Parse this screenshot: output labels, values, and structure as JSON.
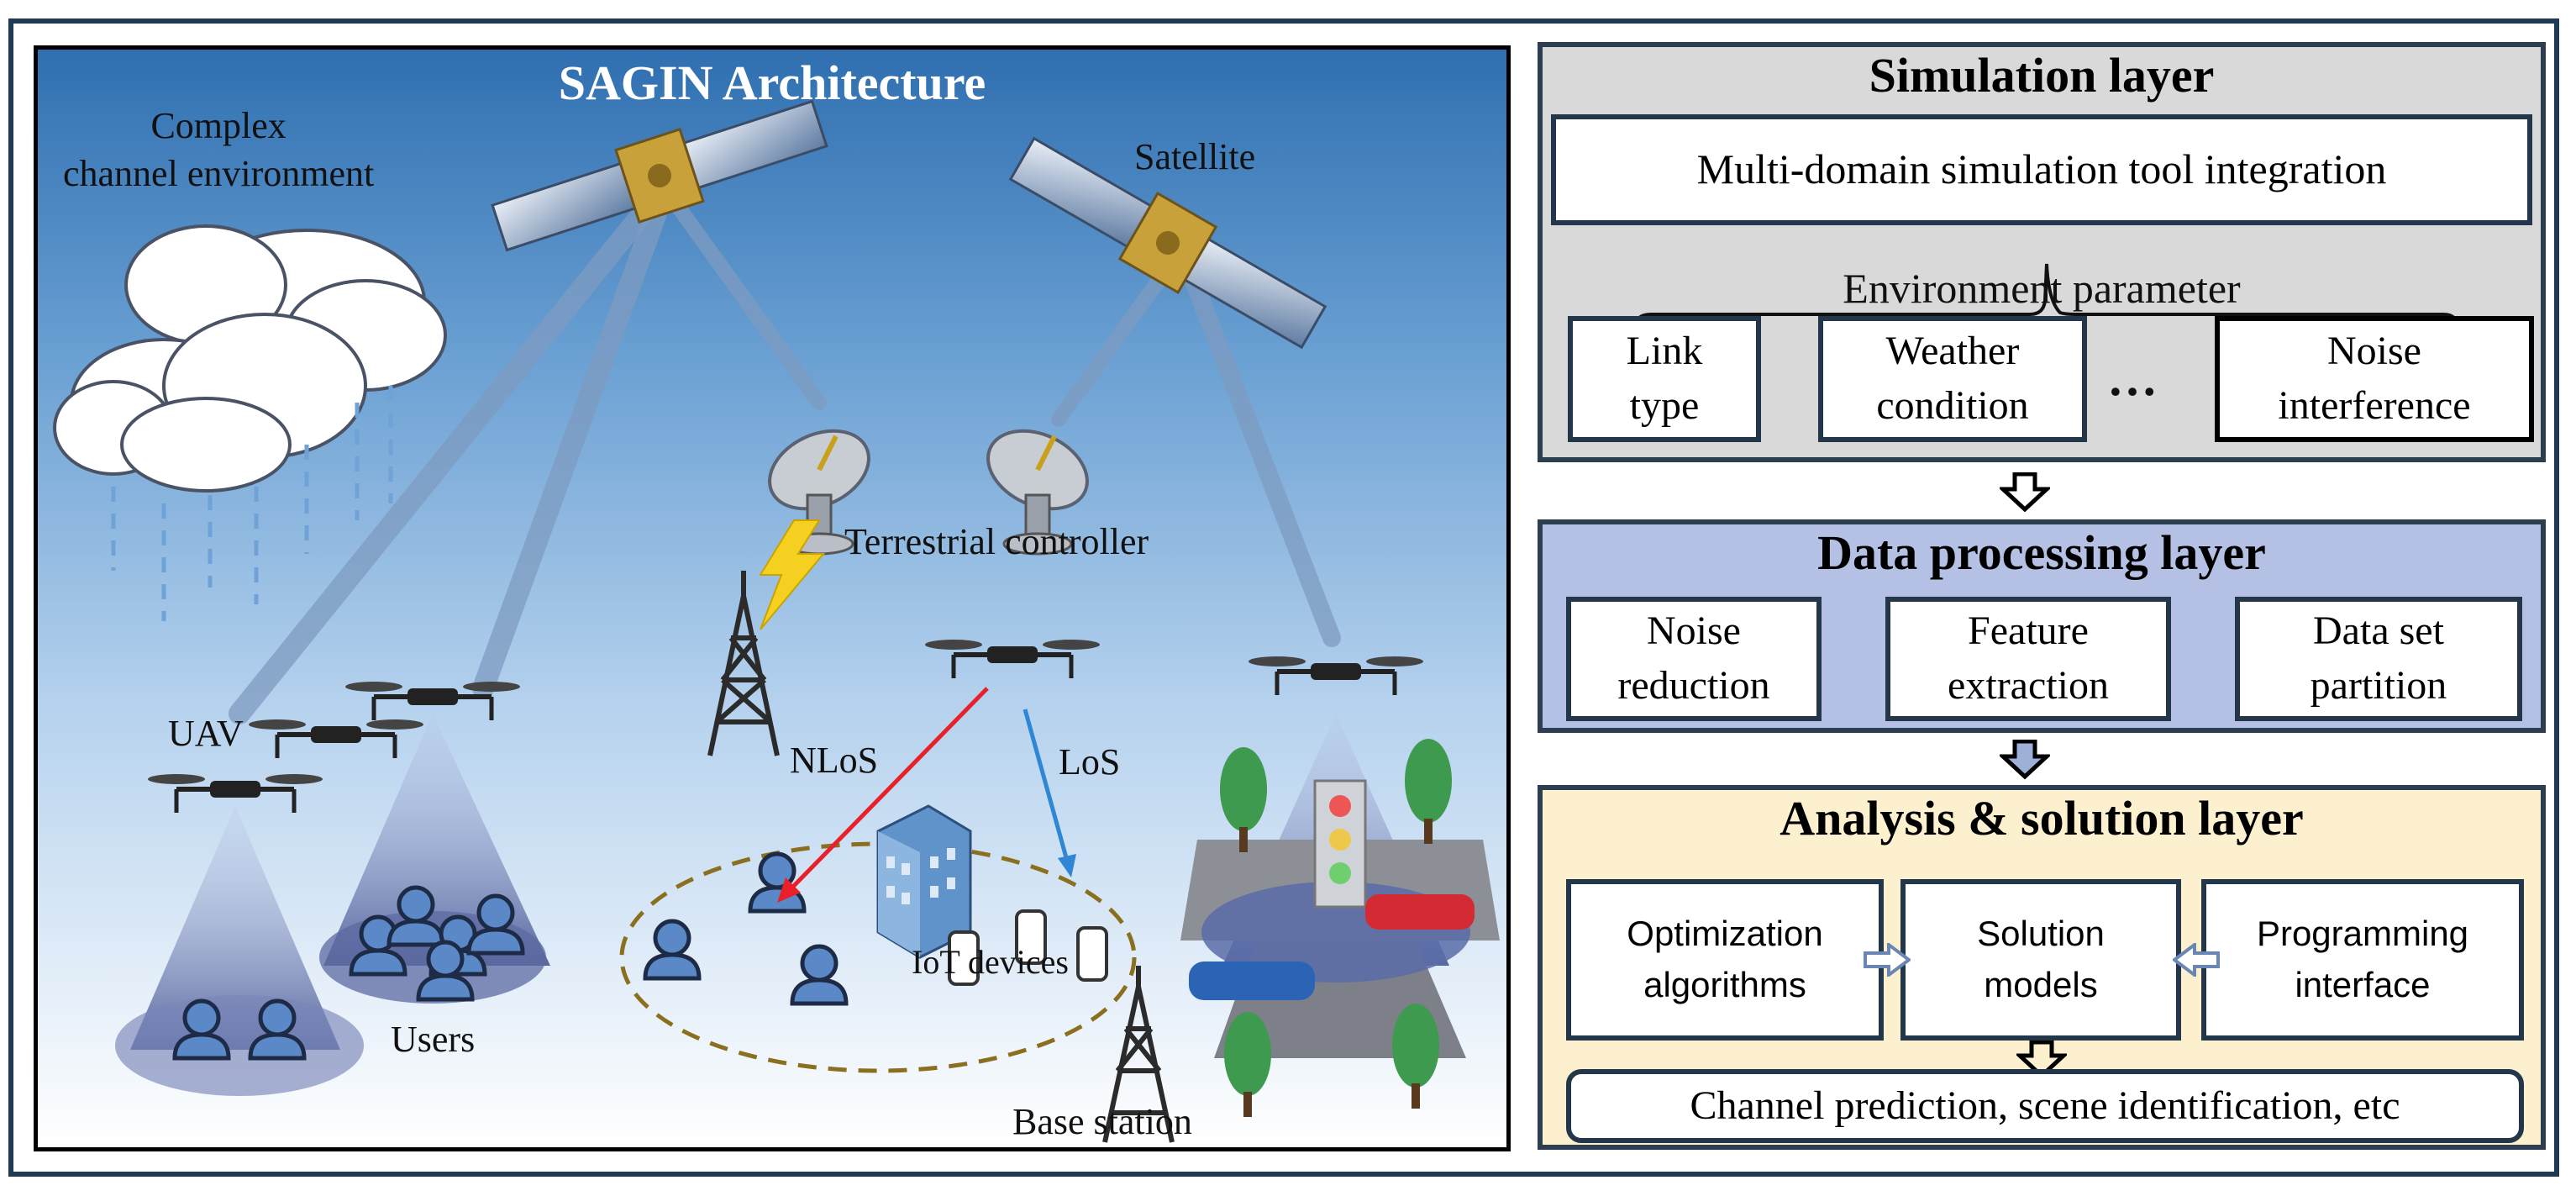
{
  "scene": {
    "title": "SAGIN Architecture",
    "labels": {
      "cloud": "Complex\nchannel environment",
      "satellite": "Satellite",
      "terrestrial_controller": "Terrestrial controller",
      "uav": "UAV",
      "users": "Users",
      "nlos": "NLoS",
      "los": "LoS",
      "iot": "IoT devices",
      "base_station": "Base station"
    },
    "colors": {
      "nlos": "#e8202a",
      "los": "#2f86d4",
      "lightning": "#f5d020"
    }
  },
  "simulation_layer": {
    "title": "Simulation layer",
    "tool": "Multi-domain simulation tool integration",
    "brace_label": "Environment parameter",
    "params": [
      "Link\ntype",
      "Weather\ncondition",
      "Noise\ninterference"
    ],
    "ellipsis": "…",
    "color": "#d9d9d9"
  },
  "data_layer": {
    "title": "Data processing layer",
    "items": [
      "Noise\nreduction",
      "Feature\nextraction",
      "Data set\npartition"
    ],
    "color": "#b4c1e4"
  },
  "analysis_layer": {
    "title": "Analysis & solution layer",
    "items": [
      "Optimization\nalgorithms",
      "Solution\nmodels",
      "Programming\ninterface"
    ],
    "output": "Channel prediction, scene identification, etc",
    "color": "#fdf0cf"
  }
}
